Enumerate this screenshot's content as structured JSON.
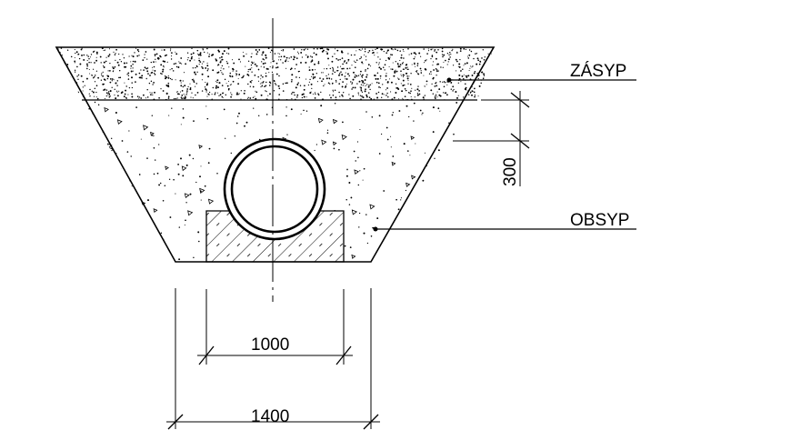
{
  "labels": {
    "backfill": "ZÁSYP",
    "bedding": "OBSYP"
  },
  "dimensions": {
    "cover_height": "300",
    "base_width": "1000",
    "trench_width": "1400"
  },
  "colors": {
    "line": "#000000",
    "background": "#ffffff"
  }
}
